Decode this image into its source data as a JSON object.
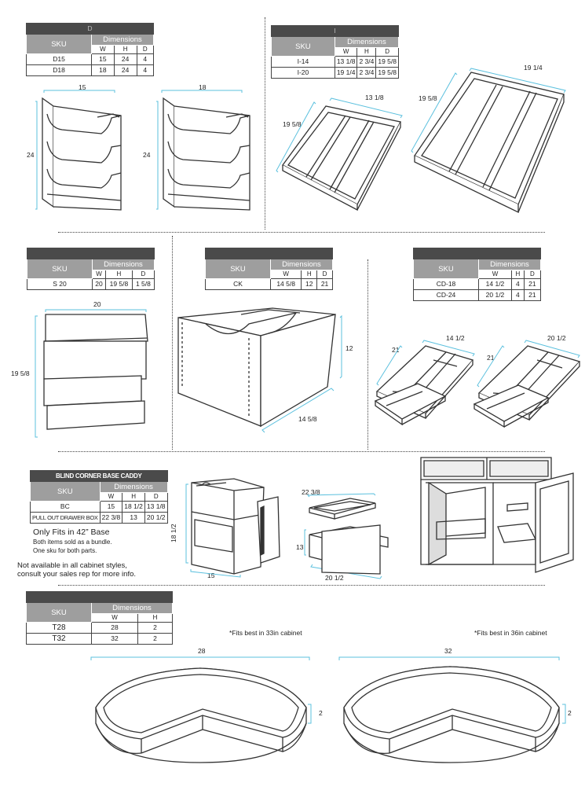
{
  "sections": {
    "d": {
      "title": "D",
      "head": {
        "sku": "SKU",
        "dimensions": "Dimensions",
        "w": "W",
        "h": "H",
        "d": "D"
      },
      "rows": [
        {
          "sku": "D15",
          "w": "15",
          "h": "24",
          "d": "4"
        },
        {
          "sku": "D18",
          "w": "18",
          "h": "24",
          "d": "4"
        }
      ],
      "dims": {
        "width1": "15",
        "width2": "18",
        "height1": "24",
        "height2": "24"
      }
    },
    "i": {
      "title": "I",
      "head": {
        "sku": "SKU",
        "dimensions": "Dimensions",
        "w": "W",
        "h": "H",
        "d": "D"
      },
      "rows": [
        {
          "sku": "I-14",
          "w": "13 1/8",
          "h": "2 3/4",
          "d": "19 5/8"
        },
        {
          "sku": "I-20",
          "w": "19 1/4",
          "h": "2 3/4",
          "d": "19 5/8"
        }
      ],
      "dims": {
        "small_w": "13 1/8",
        "small_d": "19 5/8",
        "large_w": "19 1/4",
        "large_d": "19 5/8"
      }
    },
    "s": {
      "head": {
        "sku": "SKU",
        "dimensions": "Dimensions",
        "w": "W",
        "h": "H",
        "d": "D"
      },
      "rows": [
        {
          "sku": "S 20",
          "w": "20",
          "h": "19 5/8",
          "d": "1 5/8"
        }
      ],
      "dims": {
        "width": "20",
        "height": "19 5/8"
      }
    },
    "ck": {
      "head": {
        "sku": "SKU",
        "dimensions": "Dimensions",
        "w": "W",
        "h": "H",
        "d": "D"
      },
      "rows": [
        {
          "sku": "CK",
          "w": "14 5/8",
          "h": "12",
          "d": "21"
        }
      ],
      "dims": {
        "height": "12",
        "width": "14 5/8"
      }
    },
    "cd": {
      "head": {
        "sku": "SKU",
        "dimensions": "Dimensions",
        "w": "W",
        "h": "H",
        "d": "D"
      },
      "rows": [
        {
          "sku": "CD-18",
          "w": "14 1/2",
          "h": "4",
          "d": "21"
        },
        {
          "sku": "CD-24",
          "w": "20 1/2",
          "h": "4",
          "d": "21"
        }
      ],
      "dims": {
        "a_depth": "21",
        "a_width": "14 1/2",
        "b_depth": "21",
        "b_width": "20 1/2"
      }
    },
    "bc": {
      "title": "BLIND CORNER BASE CADDY",
      "head": {
        "sku": "SKU",
        "dimensions": "Dimensions",
        "w": "W",
        "h": "H",
        "d": "D"
      },
      "rows": [
        {
          "sku": "BC",
          "w": "15",
          "h": "18 1/2",
          "d": "13 1/8"
        },
        {
          "sku": "PULL OUT DRAWER BOX",
          "w": "22 3/8",
          "h": "13",
          "d": "20 1/2"
        }
      ],
      "only_fits": "Only Fits in 42” Base",
      "note1": "Both items sold as a bundle.",
      "note2": "One sku for both parts.",
      "disclaimer1": "Not available in all cabinet styles,",
      "disclaimer2": "consult your sales rep for more info.",
      "dims": {
        "caddy_h": "18 1/2",
        "caddy_w": "15",
        "box_depth": "22 3/8",
        "box_h": "13",
        "box_w": "20 1/2"
      }
    },
    "t": {
      "head": {
        "sku": "SKU",
        "dimensions": "Dimensions",
        "w": "W",
        "h": "H"
      },
      "rows": [
        {
          "sku": "T28",
          "w": "28",
          "h": "2"
        },
        {
          "sku": "T32",
          "w": "32",
          "h": "2"
        }
      ],
      "fit33": "*Fits best in 33in cabinet",
      "fit36": "*Fits best in 36in cabinet",
      "dims": {
        "a_w": "28",
        "a_h": "2",
        "b_w": "32",
        "b_h": "2"
      }
    }
  }
}
